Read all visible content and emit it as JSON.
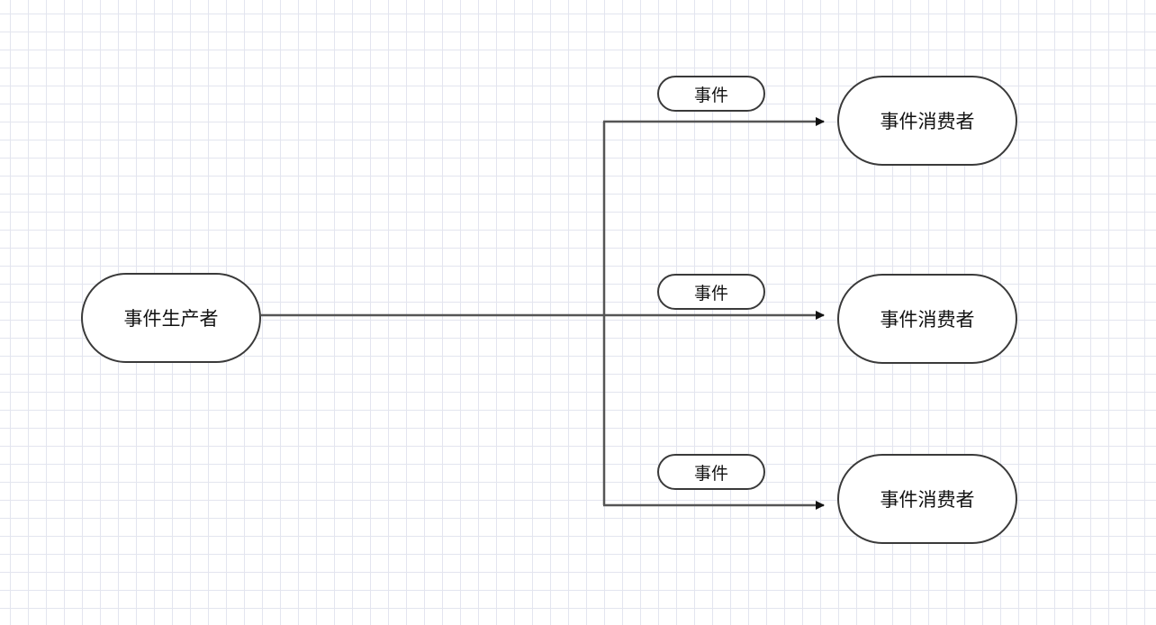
{
  "diagram": {
    "producer": {
      "label": "事件生产者"
    },
    "consumers": [
      {
        "label": "事件消费者"
      },
      {
        "label": "事件消费者"
      },
      {
        "label": "事件消费者"
      }
    ],
    "events": [
      {
        "label": "事件"
      },
      {
        "label": "事件"
      },
      {
        "label": "事件"
      }
    ],
    "colors": {
      "stroke": "#3a3a3a",
      "grid": "#e3e5ef",
      "background": "#ffffff"
    }
  }
}
